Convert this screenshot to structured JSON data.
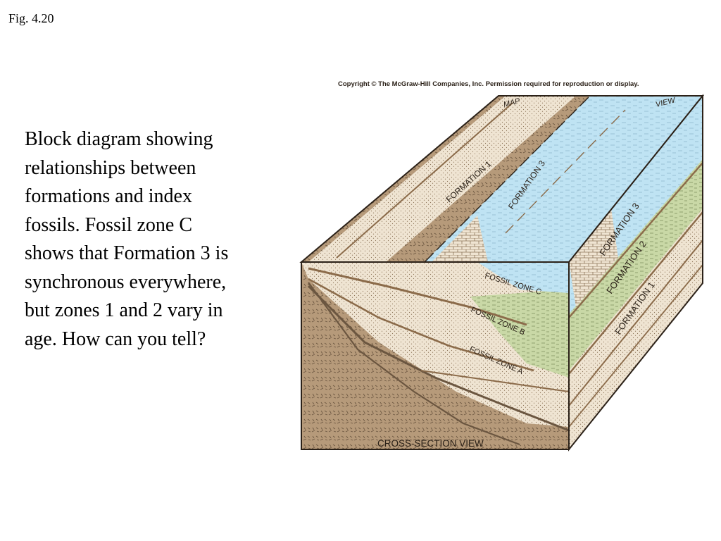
{
  "slide": {
    "fig_label": "Fig. 4.20",
    "caption_lines": [
      "Block diagram showing",
      "relationships between",
      "formations and index",
      "fossils. Fossil zone C",
      "shows that Formation 3 is",
      "synchronous everywhere,",
      "but zones 1 and 2 vary in",
      "age. How can you tell?"
    ]
  },
  "diagram": {
    "copyright": "Copyright © The McGraw-Hill Companies, Inc. Permission required for reproduction or display.",
    "labels": {
      "map": "MAP",
      "view": "VIEW",
      "top_formation_1": "FORMATION 1",
      "top_formation_3": "FORMATION 3",
      "side_formation_3": "FORMATION 3",
      "side_formation_2": "FORMATION 2",
      "side_formation_1": "FORMATION 1",
      "fossil_zone_c": "FOSSIL ZONE C",
      "fossil_zone_b": "FOSSIL ZONE B",
      "fossil_zone_a": "FOSSIL ZONE A",
      "cross_section": "CROSS-SECTION VIEW"
    },
    "colors": {
      "formation_1": "#b69a7a",
      "formation_2": "#efe4d2",
      "formation_3": "#bfe3f3",
      "zone_green": "#c9d8a6",
      "outline": "#2b2118"
    }
  }
}
